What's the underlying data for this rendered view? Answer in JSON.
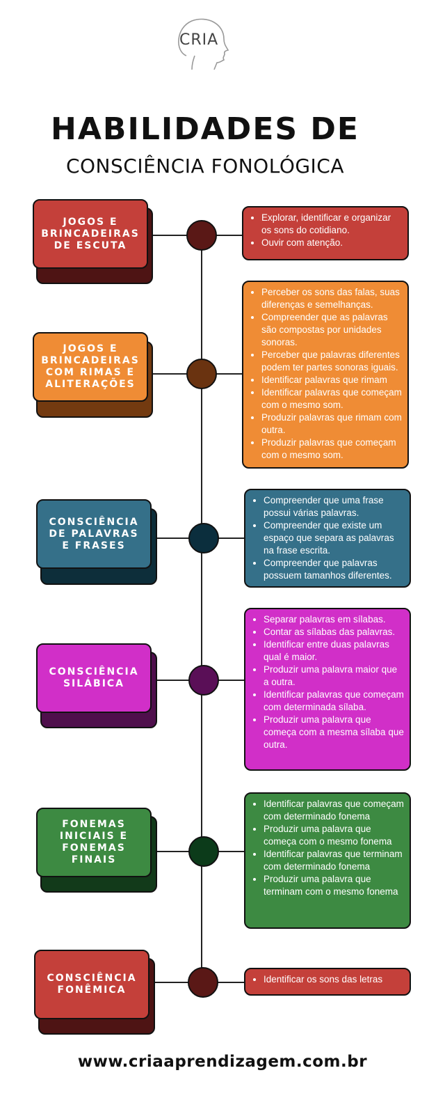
{
  "logo": {
    "text": "CRIA"
  },
  "title": {
    "line1": "HABILIDADES DE",
    "line2": "CONSCIÊNCIA FONOLÓGICA"
  },
  "colors": {
    "red": "#c4403a",
    "red_dark": "#4e1414",
    "red_node": "#5a1816",
    "orange": "#ef8c35",
    "orange_dark": "#733a10",
    "orange_node": "#6a3310",
    "teal": "#357089",
    "teal_dark": "#0d2e3a",
    "teal_node": "#0b2e3d",
    "magenta": "#d12fc8",
    "magenta_dark": "#4f0f4c",
    "magenta_node": "#5a0f57",
    "green": "#3d8a42",
    "green_dark": "#123a1a",
    "green_node": "#0c3b1a"
  },
  "sections": [
    {
      "label": "JOGOS E BRINCADEIRAS DE ESCUTA",
      "items": [
        "Explorar, identificar e organizar os sons do cotidiano.",
        "Ouvir com atenção."
      ]
    },
    {
      "label": "JOGOS E BRINCADEIRAS COM RIMAS E ALITERAÇÕES",
      "items": [
        "Perceber os sons das falas, suas diferenças e semelhanças.",
        "Compreender que as palavras são compostas por unidades sonoras.",
        "Perceber que palavras diferentes podem ter partes sonoras iguais.",
        "Identificar palavras que rimam",
        "Identificar palavras que começam com o mesmo som.",
        "Produzir palavras que rimam com outra.",
        "Produzir palavras que começam com o mesmo som."
      ]
    },
    {
      "label": "CONSCIÊNCIA DE PALAVRAS E FRASES",
      "items": [
        "Compreender que uma frase possui várias palavras.",
        "Compreender que existe um espaço que separa as palavras na frase escrita.",
        "Compreender que palavras possuem tamanhos diferentes."
      ]
    },
    {
      "label": "CONSCIÊNCIA SILÁBICA",
      "items": [
        "Separar palavras em sílabas.",
        "Contar as sílabas das palavras.",
        "Identificar entre duas palavras qual é maior.",
        "Produzir uma palavra maior que a outra.",
        "Identificar palavras que começam com determinada sílaba.",
        "Produzir uma palavra que começa com a mesma sílaba que outra."
      ]
    },
    {
      "label": "FONEMAS INICIAIS E FONEMAS FINAIS",
      "items": [
        "Identificar palavras que começam com determinado fonema",
        "Produzir uma palavra que começa com o mesmo fonema",
        "Identificar palavras que terminam com determinado fonema",
        "Produzir uma palavra que terminam com o mesmo fonema"
      ]
    },
    {
      "label": "CONSCIÊNCIA FONÊMICA",
      "items": [
        "Identificar os sons das letras"
      ]
    }
  ],
  "footer": {
    "url": "www.criaaprendizagem.com.br"
  }
}
